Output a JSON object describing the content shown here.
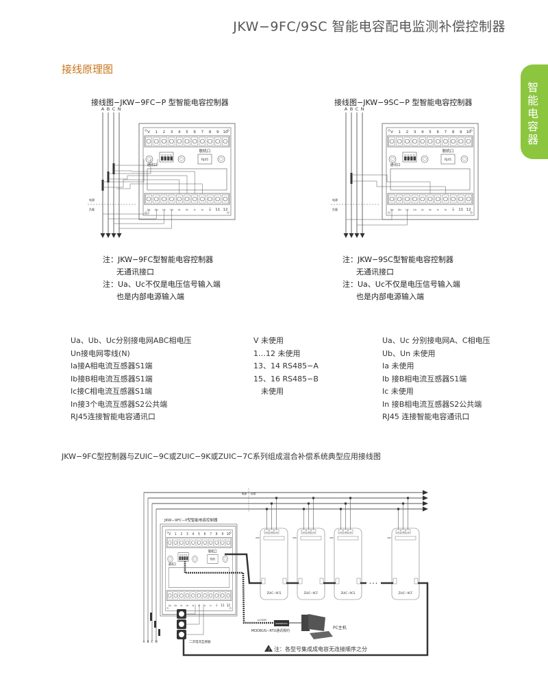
{
  "header": {
    "title": "JKW−9FC/9SC 智能电容配电监测补偿控制器"
  },
  "section": {
    "title": "接线原理图"
  },
  "sidetab": {
    "label": "智能电容器"
  },
  "colors": {
    "accent": "#c8741a",
    "tab": "#8cc63f",
    "line": "#555555"
  },
  "diagram1": {
    "title": "接线图−JKW−9FC−P 型智能电容控制器",
    "notes": [
      "注：JKW−9FC型智能电容控制器",
      "无通讯接口",
      "注：Ua、Uc不仅是电压信号输入端",
      "也是内部电源输入端"
    ]
  },
  "diagram2": {
    "title": "接线图−JKW−9SC−P 型智能电容控制器",
    "notes": [
      "注：JKW−9SC型智能电容控制器",
      "无通讯接口",
      "注：Ua、Uc不仅是电压信号输入端",
      "也是内部电源输入端"
    ]
  },
  "controller": {
    "phases": [
      "A",
      "B",
      "C",
      "N"
    ],
    "terminals_top": [
      "V",
      "1",
      "2",
      "3",
      "4",
      "5",
      "6",
      "7",
      "8",
      "9",
      "10"
    ],
    "terminals_bottom": [
      "Ua",
      "Ub",
      "Uc",
      "Un",
      "Ia",
      "Ib",
      "Ic",
      "In",
      "⏚",
      "11",
      "12"
    ],
    "comm_pins": "13 14 15 16",
    "comm_label": "通讯口",
    "link_label": "联机口",
    "rj45": "RJ45",
    "source": "电源",
    "load": "负载"
  },
  "descriptions": {
    "left": [
      "Ua、Ub、Uc分别接电网ABC相电压",
      "Un接电网零线(N)",
      "Ia接A相电流互感器S1端",
      "Ib接B相电流互感器S1端",
      "Ic接C相电流互感器S1端",
      "In接3个电流互感器S2公共端",
      "RJ45连接智能电容通讯口"
    ],
    "middle": [
      "V 未使用",
      "1…12 未使用",
      "13、14 RS485−A",
      "15、16 RS485−B",
      "　未使用"
    ],
    "right": [
      "Ua、Uc 分别接电网A、C相电压",
      "Ub、Un 未使用",
      "Ia 未使用",
      "Ib 接B相电流互感器S1端",
      "Ic 未使用",
      "In 接B相电流互感器S2公共端",
      "RJ45 连接智能电容通讯口"
    ]
  },
  "system": {
    "title": "JKW−9FC型控制器与ZUIC−9C或ZUIC−9K或ZUIC−7C系列组成混合补偿系统典型应用接线图",
    "controller_label": "JKW−9FC−P型智能电容控制器",
    "modules": [
      "ZUIC−9CS",
      "ZUIC−9CF",
      "ZUIC−9CS",
      "ZUIC−9CF"
    ],
    "module_inputs": [
      "UC",
      "UB",
      "UA"
    ],
    "gnd": "GND",
    "distance": "≤1200M",
    "converter": "RS485/RS232",
    "protocol": "MODBUS−RTU通讯规约",
    "pc": "PC主机",
    "ct": "二次电流互感器",
    "note": "注：各型号集成成电容无连接顺序之分",
    "ellipsis": "• • •"
  }
}
